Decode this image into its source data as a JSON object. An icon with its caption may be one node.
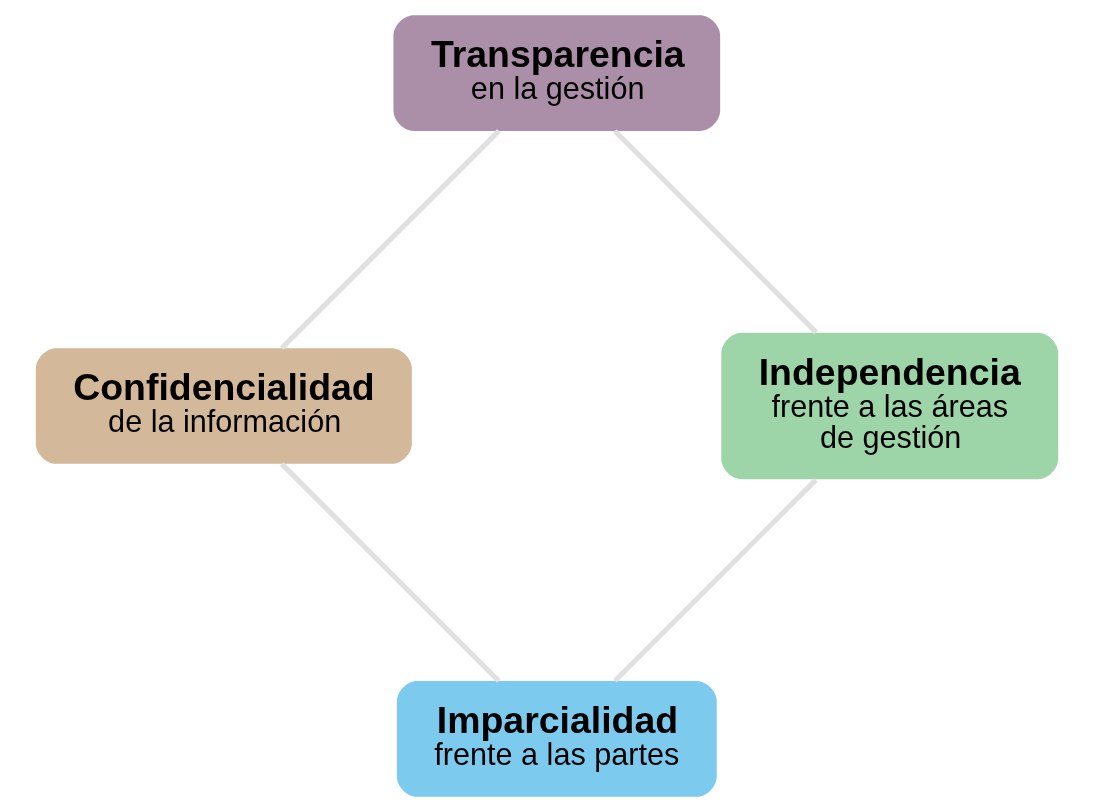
{
  "diagram": {
    "nodes": [
      {
        "text": [
          "Imparcialidad",
          "frente a las partes"
        ]
      },
      {
        "text": [
          "Independencia",
          "frente a las áreas de gestión"
        ]
      },
      {
        "text": [
          "Confidencialidad",
          "de la información"
        ]
      },
      {
        "text": [
          "Transparencia",
          "en la gestión"
        ]
      }
    ],
    "edges": [
      {
        "from": 0,
        "to": 2,
        "arrow": "none"
      },
      {
        "from": 2,
        "to": 3,
        "arrow": "none"
      },
      {
        "from": 3,
        "to": 1,
        "arrow": "none"
      },
      {
        "from": 1,
        "to": 0,
        "arrow": "none"
      }
    ]
  }
}
